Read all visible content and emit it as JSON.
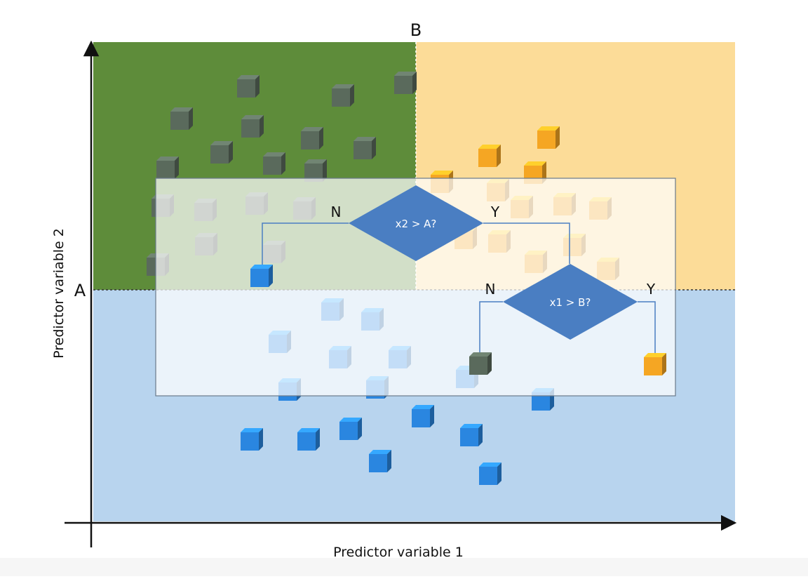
{
  "axes": {
    "x_label": "Predictor variable 1",
    "y_label": "Predictor variable 2",
    "x_split_label": "B",
    "y_split_label": "A"
  },
  "regions": {
    "top_left_color": "#5e8c3a",
    "top_right_color": "#fcdc98",
    "bottom_color": "#b8d4ee"
  },
  "tree": {
    "root": {
      "question": "x2 > A?",
      "no_label": "N",
      "yes_label": "Y"
    },
    "child": {
      "question": "x1 > B?",
      "no_label": "N",
      "yes_label": "Y"
    },
    "node_color": "#4a7ec2"
  },
  "cube_colors": {
    "green": "#5a6a5c",
    "orange": "#f5a623",
    "blue": "#2a86e0"
  }
}
